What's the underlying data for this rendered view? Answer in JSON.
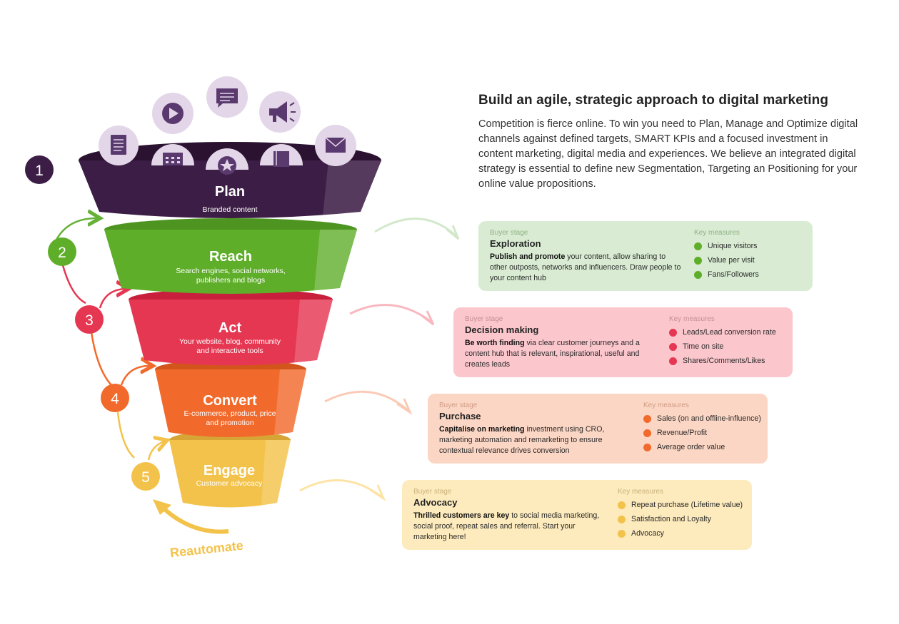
{
  "intro": {
    "title": "Build an agile, strategic approach to digital marketing",
    "body": "Competition is fierce online. To win you need to Plan, Manage and Optimize digital channels against defined targets, SMART KPIs and a focused investment in content marketing, digital media and experiences. We believe an integrated digital strategy is essential to define new Segmentation, Targeting an Positioning for your online value propositions."
  },
  "stages": [
    {
      "num": "1",
      "name": "Plan",
      "sub1": "Branded content",
      "sub2": "",
      "color": "#3c1d45"
    },
    {
      "num": "2",
      "name": "Reach",
      "sub1": "Search engines, social networks,",
      "sub2": "publishers and blogs",
      "color": "#5fae2a"
    },
    {
      "num": "3",
      "name": "Act",
      "sub1": "Your website, blog, community",
      "sub2": "and interactive tools",
      "color": "#e63752"
    },
    {
      "num": "4",
      "name": "Convert",
      "sub1": "E-commerce, product, price",
      "sub2": "and promotion",
      "color": "#f26a2b"
    },
    {
      "num": "5",
      "name": "Engage",
      "sub1": "Customer advocacy",
      "sub2": "",
      "color": "#f3c24b"
    }
  ],
  "loop_label": "Reautomate",
  "icons": [
    "document-icon",
    "play-icon",
    "chat-icon",
    "megaphone-icon",
    "email-icon",
    "calendar-icon",
    "star-icon",
    "notebook-icon"
  ],
  "cards": [
    {
      "buyer_label": "Buyer stage",
      "stage": "Exploration",
      "bold": "Publish and promote",
      "text": " your content, allow sharing to other outposts, networks and influencers. Draw people to your content hub",
      "km_label": "Key measures",
      "measures": [
        "Unique visitors",
        "Value per visit",
        "Fans/Followers"
      ],
      "bg": "#d9ecd3",
      "dot": "#5fae2a",
      "label_color": "#8fb083"
    },
    {
      "buyer_label": "Buyer stage",
      "stage": "Decision making",
      "bold": "Be worth finding",
      "text": " via clear customer journeys and a content hub that is relevant, inspirational, useful and creates leads",
      "km_label": "Key measures",
      "measures": [
        "Leads/Lead conversion rate",
        "Time on site",
        "Shares/Comments/Likes"
      ],
      "bg": "#fbc7cd",
      "dot": "#e63752",
      "label_color": "#c78e95"
    },
    {
      "buyer_label": "Buyer stage",
      "stage": "Purchase",
      "bold": "Capitalise on marketing",
      "text": " investment using CRO, marketing automation and remarketing to ensure contextual relevance drives conversion",
      "km_label": "Key measures",
      "measures": [
        "Sales (on and offline-influence)",
        "Revenue/Profit",
        "Average order value"
      ],
      "bg": "#fcd6c4",
      "dot": "#f26a2b",
      "label_color": "#cf9c84"
    },
    {
      "buyer_label": "Buyer stage",
      "stage": "Advocacy",
      "bold": "Thrilled customers are key",
      "text": " to social media marketing, social proof, repeat sales and referral. Start your marketing here!",
      "km_label": "Key measures",
      "measures": [
        "Repeat purchase (Lifetime value)",
        "Satisfaction and Loyalty",
        "Advocacy"
      ],
      "bg": "#fdebbd",
      "dot": "#f3c24b",
      "label_color": "#c9b27c"
    }
  ]
}
